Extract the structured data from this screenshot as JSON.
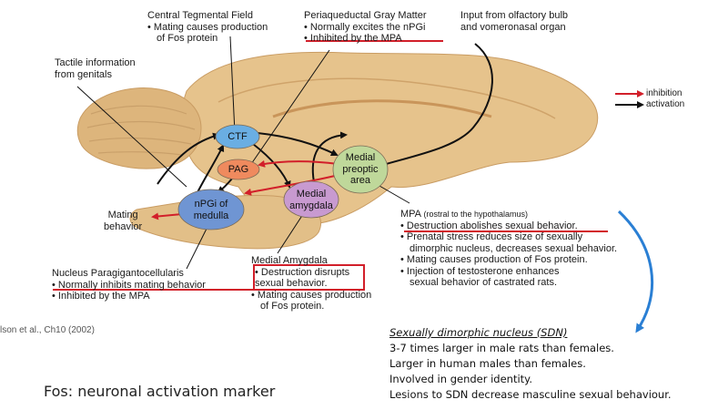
{
  "regions": {
    "central_tegmental_field": {
      "title": "Central Tegmental Field",
      "bullets": [
        "• Mating causes production",
        "of Fos protein"
      ]
    },
    "periaqueductal_gray": {
      "title": "Periaqueductal Gray Matter",
      "bullets": [
        "Normally excites the nPGi",
        "Inhibited by the MPA"
      ]
    },
    "olfactory_input": {
      "lines": [
        "Input from olfactory bulb",
        "and vomeronasal organ"
      ]
    },
    "tactile_input": {
      "lines": [
        "Tactile information",
        "from genitals"
      ]
    },
    "mating_behavior": {
      "lines": [
        "Mating",
        "behavior"
      ]
    },
    "nucleus_paragigantocellularis": {
      "title": "Nucleus Paragigantocellularis",
      "bullets": [
        "Normally inhibits mating behavior",
        "Inhibited by the MPA"
      ]
    },
    "medial_amygdala": {
      "title": "Medial Amygdala",
      "boxed": [
        "Destruction disrupts",
        "sexual behavior."
      ],
      "bullets": [
        "• Mating causes production",
        "of Fos protein."
      ]
    },
    "mpa": {
      "title": "MPA",
      "title_note": "(rostral to the hypothalamus)",
      "bullets": [
        "Destruction abolishes sexual behavior.",
        "• Prenatal stress reduces size of sexually",
        "dimorphic nucleus, decreases sexual behavior.",
        "• Mating causes production of Fos protein.",
        "• Injection of testosterone enhances",
        "sexual behavior of castrated rats."
      ]
    }
  },
  "nodes": {
    "ctf": "CTF",
    "pag": "PAG",
    "npgi": [
      "nPGi of",
      "medulla"
    ],
    "medial_amygdala": [
      "Medial",
      "amygdala"
    ],
    "medial_preoptic": [
      "Medial",
      "preoptic",
      "area"
    ]
  },
  "legend": {
    "items": [
      {
        "label": "inhibition",
        "color": "#d21f2a"
      },
      {
        "label": "activation",
        "color": "#111111"
      }
    ]
  },
  "citation": "lson et al., Ch10 (2002)",
  "fos_note": "Fos: neuronal activation marker",
  "sdn": {
    "title": "Sexually dimorphic nucleus (SDN)",
    "lines": [
      "3-7 times larger in male rats than females.",
      "Larger in human males than females.",
      "Involved in gender identity.",
      "Lesions to SDN decrease masculine sexual behaviour."
    ]
  },
  "colors": {
    "brain": "#e6c38c",
    "brain_dark": "#cfa36a",
    "ctf": "#6aaee3",
    "pag": "#ef8a5e",
    "npgi": "#6f95d3",
    "amygdala": "#c89ad0",
    "preoptic": "#bfd89a",
    "inhibition": "#d21f2a",
    "activation": "#111111",
    "curve_arrow": "#2a7fd4"
  }
}
